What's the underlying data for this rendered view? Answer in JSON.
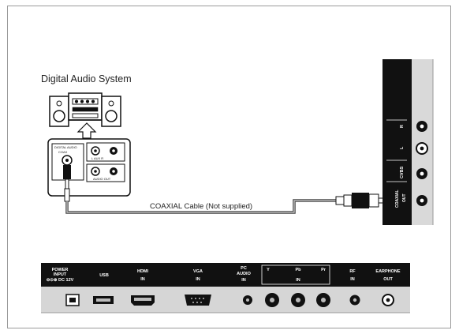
{
  "diagram": {
    "device_label": "Digital Audio System",
    "cable_label": "COAXIAL Cable (Not supplied)",
    "side_panel_labels": [
      "R",
      "L",
      "CVBS",
      "COAXIAL OUT"
    ],
    "ports": [
      {
        "top": "POWER INPUT",
        "bottom": "⊖⊙⊕ DC 12V"
      },
      {
        "top": "USB",
        "bottom": ""
      },
      {
        "top": "HDMI",
        "bottom": "IN"
      },
      {
        "top": "VGA",
        "bottom": "IN"
      },
      {
        "top": "PC AUDIO",
        "bottom": "IN"
      },
      {
        "top": "Y",
        "bottom": ""
      },
      {
        "top": "Pb",
        "bottom": "IN"
      },
      {
        "top": "Pr",
        "bottom": ""
      },
      {
        "top": "RF",
        "bottom": "IN"
      },
      {
        "top": "EARPHONE",
        "bottom": "OUT"
      }
    ]
  }
}
